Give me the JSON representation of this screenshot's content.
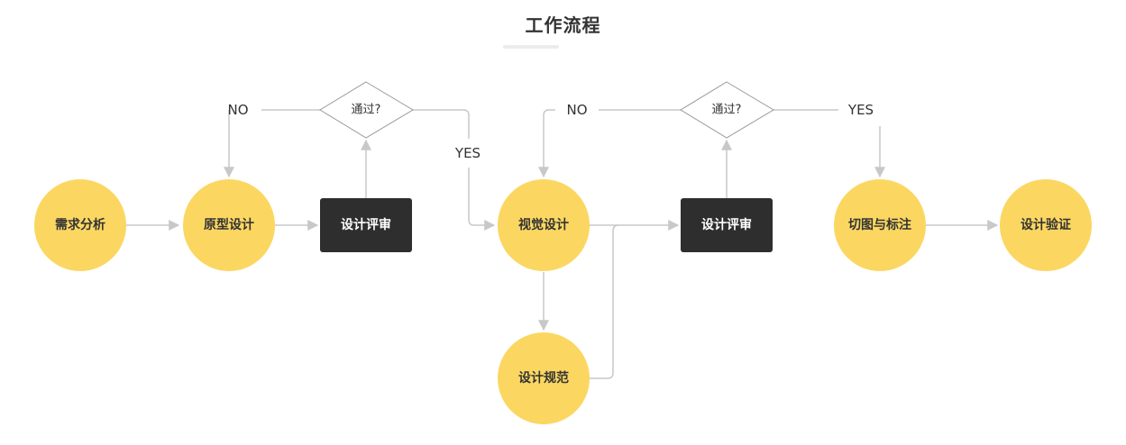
{
  "title": "工作流程",
  "colors": {
    "node_fill": "#FBD762",
    "box_fill": "#2e2e2e",
    "connector": "#c8c8c8"
  },
  "nodes": {
    "requirements": "需求分析",
    "prototype": "原型设计",
    "review1": "设计评审",
    "visual": "视觉设计",
    "spec": "设计规范",
    "review2": "设计评审",
    "slicing": "切图与标注",
    "verify": "设计验证"
  },
  "decisions": {
    "decision1": "通过?",
    "decision2": "通过?"
  },
  "branches": {
    "no1": "NO",
    "yes1": "YES",
    "no2": "NO",
    "yes2": "YES"
  }
}
